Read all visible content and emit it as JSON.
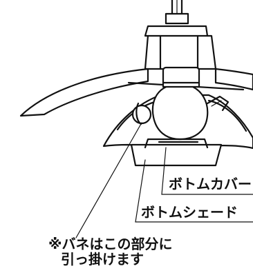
{
  "labels": {
    "bottom_cover": "ボトムカバー",
    "bottom_shade": "ボトムシェード"
  },
  "note": {
    "line1": "※バネはこの部分に",
    "line2": "引っ掛けます"
  },
  "colors": {
    "line": "#111111",
    "background": "#ffffff"
  }
}
